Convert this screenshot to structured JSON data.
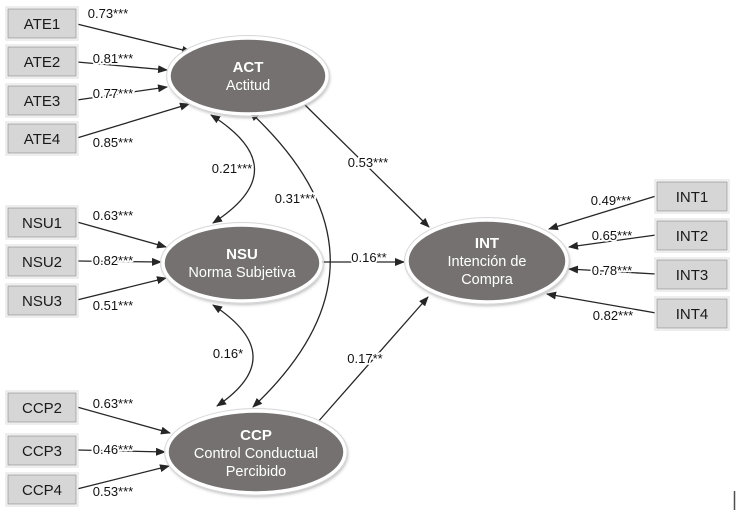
{
  "model": {
    "latents": {
      "act": {
        "code": "ACT",
        "name": "Actitud"
      },
      "nsu": {
        "code": "NSU",
        "name": "Norma Subjetiva"
      },
      "ccp": {
        "code": "CCP",
        "name_line1": "Control Conductual",
        "name_line2": "Percibido"
      },
      "int": {
        "code": "INT",
        "name_line1": "Intención de",
        "name_line2": "Compra"
      }
    },
    "indicators": {
      "act": [
        {
          "label": "ATE1",
          "loading": "0.73***"
        },
        {
          "label": "ATE2",
          "loading": "0.81***"
        },
        {
          "label": "ATE3",
          "loading": "0.77***"
        },
        {
          "label": "ATE4",
          "loading": "0.85***"
        }
      ],
      "nsu": [
        {
          "label": "NSU1",
          "loading": "0.63***"
        },
        {
          "label": "NSU2",
          "loading": "0.82***"
        },
        {
          "label": "NSU3",
          "loading": "0.51***"
        }
      ],
      "ccp": [
        {
          "label": "CCP2",
          "loading": "0.63***"
        },
        {
          "label": "CCP3",
          "loading": "0.46***"
        },
        {
          "label": "CCP4",
          "loading": "0.53***"
        }
      ],
      "int": [
        {
          "label": "INT1",
          "loading": "0.49***"
        },
        {
          "label": "INT2",
          "loading": "0.65***"
        },
        {
          "label": "INT3",
          "loading": "0.78***"
        },
        {
          "label": "INT4",
          "loading": "0.82***"
        }
      ]
    },
    "structural_paths": [
      {
        "from": "ACT",
        "to": "INT",
        "coef": "0.53***"
      },
      {
        "from": "NSU",
        "to": "INT",
        "coef": "0.16**"
      },
      {
        "from": "CCP",
        "to": "INT",
        "coef": "0.17**"
      }
    ],
    "covariances": [
      {
        "between": "ACT-NSU",
        "coef": "0.21***"
      },
      {
        "between": "ACT-CCP",
        "coef": "0.31***"
      },
      {
        "between": "NSU-CCP",
        "coef": "0.16*"
      }
    ],
    "colors": {
      "latent_fill": "#757171",
      "latent_border": "#ffffff",
      "indicator_fill": "#d6d6d6",
      "indicator_border": "#a6a6a6",
      "line": "#262626",
      "text_on_latent": "#ffffff",
      "text": "#111111"
    }
  }
}
